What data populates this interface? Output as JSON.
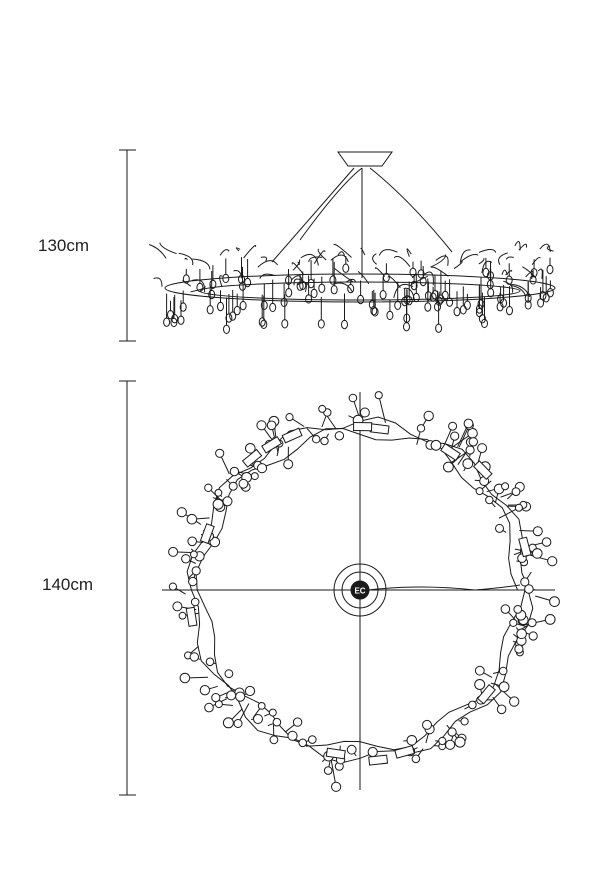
{
  "dimensions": {
    "height_label": "130cm",
    "diameter_label": "140cm"
  },
  "ceiling_box": {
    "label": "EC"
  },
  "colors": {
    "line": "#1a1a1a",
    "background": "#ffffff"
  }
}
